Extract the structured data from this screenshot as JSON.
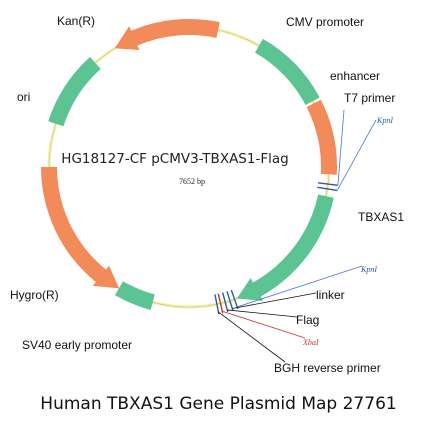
{
  "plasmid": {
    "name": "HG18127-CF pCMV3-TBXAS1-Flag",
    "size": "7652 bp",
    "total_bp": 7652
  },
  "colors": {
    "backbone": "#f3f0a8",
    "backbone_edge": "#c9c58a",
    "green": "#5cc392",
    "orange": "#f28a5a",
    "site_line": "#4a78c9",
    "site_blue": "#2c5aa0",
    "site_red": "#c0392b"
  },
  "features": [
    {
      "label": "CMV promoter",
      "start": 30,
      "end": 62,
      "color": "green",
      "direction": "none"
    },
    {
      "label": "enhancer",
      "start": 63,
      "end": 93,
      "color": "orange",
      "direction": "none"
    },
    {
      "label": "TBXAS1",
      "start": 102,
      "end": 160,
      "color": "green",
      "direction": "cw"
    },
    {
      "label": "SV40 early promoter",
      "start": 195,
      "end": 210,
      "color": "green",
      "direction": "none"
    },
    {
      "label": "Hygro(R)",
      "start": 210,
      "end": 270,
      "color": "orange",
      "direction": "ccw"
    },
    {
      "label": "ori",
      "start": 288,
      "end": 318,
      "color": "green",
      "direction": "none"
    },
    {
      "label": "Kan(R)",
      "start": 328,
      "end": 372,
      "color": "orange",
      "direction": "ccw"
    }
  ],
  "labels": {
    "kan": "Kan(R)",
    "cmv": "CMV promoter",
    "enhancer": "enhancer",
    "t7": "T7 primer",
    "kpn1_top": "KpnI",
    "ori": "ori",
    "tbxas1": "TBXAS1",
    "kpn1_bottom": "KpnI",
    "linker": "linker",
    "hygro": "Hygro(R)",
    "flag": "Flag",
    "xba1": "XbaI",
    "sv40": "SV40 early promoter",
    "bgh": "BGH reverse primer"
  },
  "footer": "Human TBXAS1 Gene Plasmid Map 27761"
}
